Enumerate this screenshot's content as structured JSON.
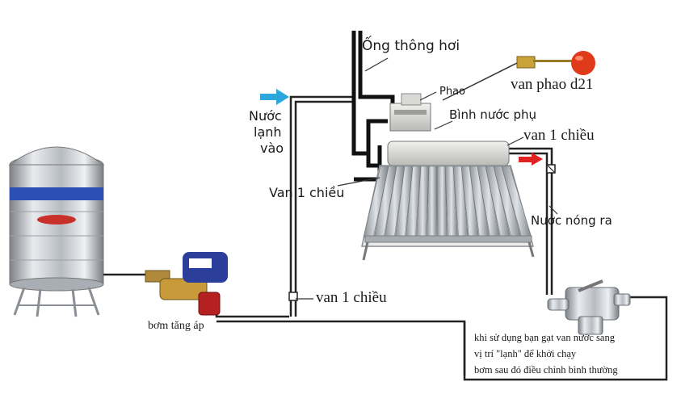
{
  "labels": {
    "vent_pipe": "Ống thông hơi",
    "float": "Phao",
    "float_valve": "van phao d21",
    "aux_tank": "Bình nước phụ",
    "check_valve_top": "van 1 chiều",
    "check_valve_left": "Van 1 chiều",
    "cold_in": [
      "Nước",
      "lạnh",
      "vào"
    ],
    "hot_out": "Nước nóng ra",
    "check_valve_bottom": "van 1 chiều",
    "booster_pump": "bơm tăng áp"
  },
  "note": {
    "lines": [
      "khi sử dụng bạn gạt van nước sang",
      "vị trí \"lạnh\" để khởi chạy",
      "bơm sau đó điều chỉnh bình thường"
    ]
  },
  "colors": {
    "cold_arrow": "#2aa6dc",
    "hot_arrow": "#e02222",
    "pipe": "#222222",
    "tank_band": "#2b4fb5",
    "pump_body": "#2b3f9a",
    "float_ball": "#e03a1a"
  }
}
